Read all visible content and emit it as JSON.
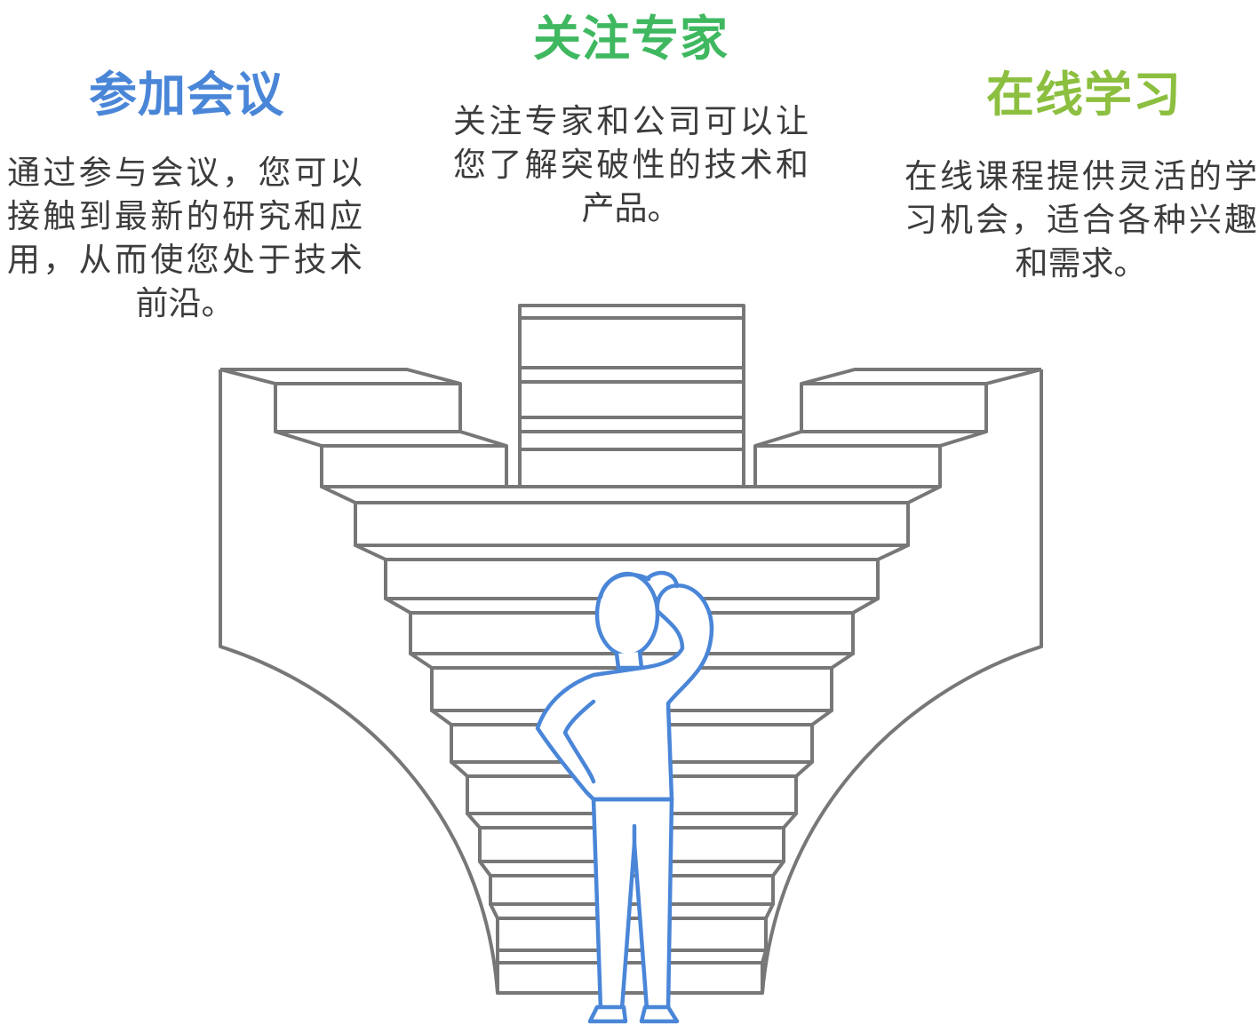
{
  "colors": {
    "left": "#4a86d8",
    "middle": "#3fb860",
    "right": "#8cbf3f",
    "stroke": "#777777",
    "figure": "#4a86d8",
    "text": "#3c3c3c"
  },
  "sections": {
    "left": {
      "title": "参加会议",
      "text": "通过参与会议，您可以接触到最新的研究和应用，从而使您处于技术前沿。"
    },
    "middle": {
      "title": "关注专家",
      "text": "关注专家和公司可以让您了解突破性的技术和产品。"
    },
    "right": {
      "title": "在线学习",
      "text": "在线课程提供灵活的学习机会，适合各种兴趣和需求。"
    }
  },
  "illustration": {
    "structure": "staircase",
    "figure": "person-scratching-head"
  }
}
